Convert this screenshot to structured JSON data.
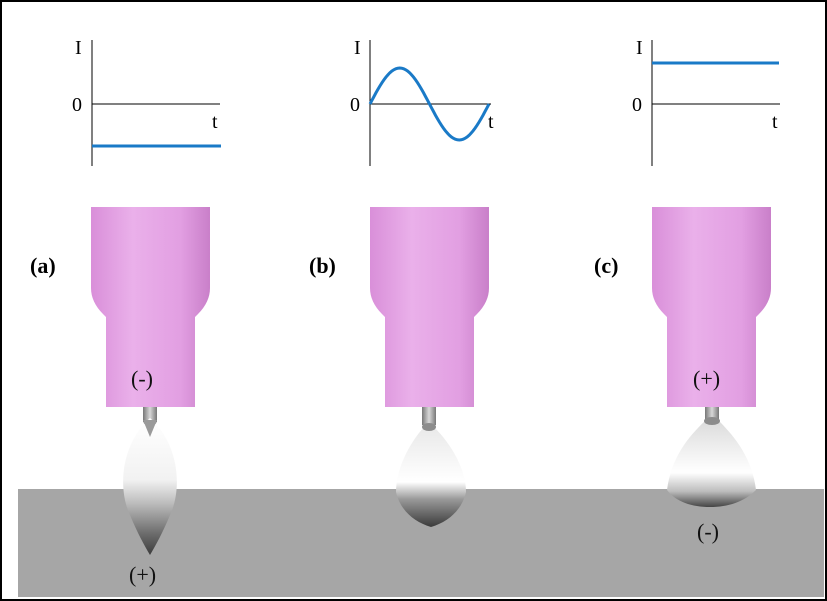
{
  "graphs": [
    {
      "id": "a",
      "waveform": "constant-negative",
      "y_label": "I",
      "zero_label": "0",
      "x_label": "t"
    },
    {
      "id": "b",
      "waveform": "sine",
      "y_label": "I",
      "zero_label": "0",
      "x_label": "t"
    },
    {
      "id": "c",
      "waveform": "constant-positive",
      "y_label": "I",
      "zero_label": "0",
      "x_label": "t"
    }
  ],
  "panels": [
    {
      "label": "(a)",
      "electrode_polarity": "(-)",
      "workpiece_polarity": "(+)"
    },
    {
      "label": "(b)",
      "electrode_polarity": "",
      "workpiece_polarity": ""
    },
    {
      "label": "(c)",
      "electrode_polarity": "(+)",
      "workpiece_polarity": "(-)"
    }
  ],
  "colors": {
    "waveform": "#1a7ac7",
    "nozzle": "#e6a0e6",
    "workpiece": "#a6a6a6",
    "frame": "#000000"
  }
}
